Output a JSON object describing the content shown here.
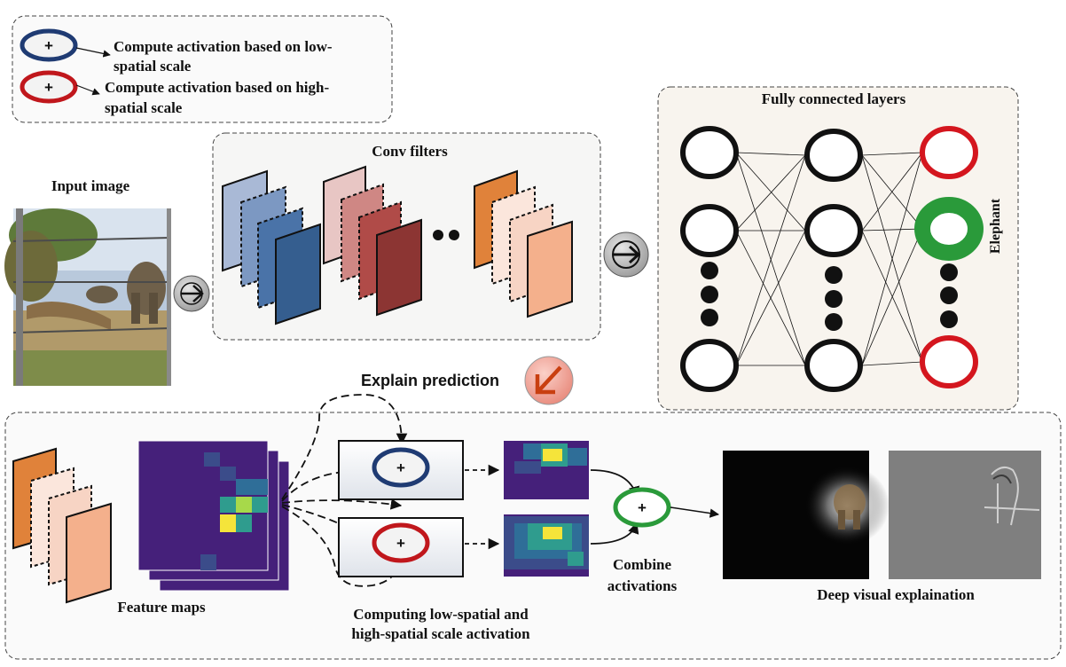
{
  "legend": {
    "low_label": "Compute activation based on low-spatial scale",
    "low_label_line1": "Compute activation based on low-",
    "low_label_line2": "spatial scale",
    "high_label_line1": "Compute activation based on high-",
    "high_label_line2": "spatial scale",
    "plus_symbol": "+"
  },
  "labels": {
    "input_image": "Input image",
    "conv_filters": "Conv filters",
    "fully_connected": "Fully connected layers",
    "class_label": "Elephant",
    "explain_prediction": "Explain prediction",
    "feature_maps": "Feature maps",
    "computing_line1": "Computing low-spatial and",
    "computing_line2": "high-spatial scale activation",
    "combine_line1": "Combine",
    "combine_line2": "activations",
    "deep_visual": "Deep visual explaination"
  },
  "colors": {
    "low_scale": "#1f3b73",
    "high_scale": "#c0171c",
    "combine": "#2a9a3a",
    "predicted_class": "#2a9a3a",
    "blue_filters": [
      "#a9b9d6",
      "#7c98c2",
      "#4a73a8",
      "#355e8f"
    ],
    "red_filters": [
      "#e8c6c4",
      "#cf8784",
      "#b04b48",
      "#8c3533"
    ],
    "orange_filters": [
      "#e0823a",
      "#fbe6dc",
      "#f7d4c4",
      "#f4b08c"
    ],
    "heatmap_purple": "#45207a",
    "heatmap_teal": "#2f9c8e",
    "heatmap_yellow": "#f5e43a"
  },
  "icons": [
    "plus-icon",
    "arrow-right-icon",
    "arrow-down-left-icon",
    "ellipsis-dots-icon"
  ]
}
